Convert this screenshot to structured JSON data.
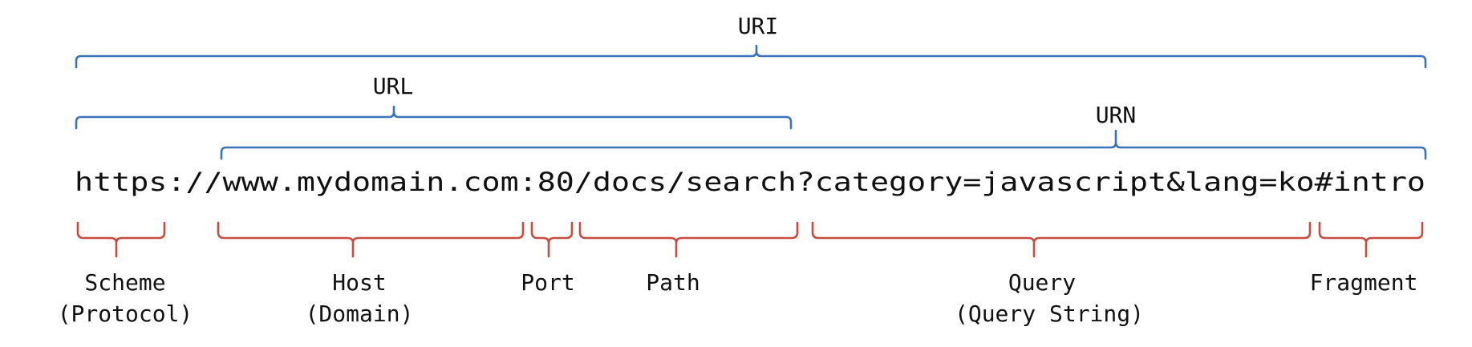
{
  "diagram": {
    "url_text": "https://www.mydomain.com:80/docs/search?category=javascript&lang=ko#intro",
    "top_labels": {
      "uri": "URI",
      "url": "URL",
      "urn": "URN"
    },
    "parts": {
      "scheme": {
        "line1": "Scheme",
        "line2": "(Protocol)"
      },
      "host": {
        "line1": "Host",
        "line2": "(Domain)"
      },
      "port": {
        "line1": "Port"
      },
      "path": {
        "line1": "Path"
      },
      "query": {
        "line1": "Query",
        "line2": "(Query String)"
      },
      "fragment": {
        "line1": "Fragment"
      }
    },
    "colors": {
      "top_brackets": "#3b73b9",
      "bottom_brackets": "#c94a3f",
      "text": "#111111"
    }
  }
}
